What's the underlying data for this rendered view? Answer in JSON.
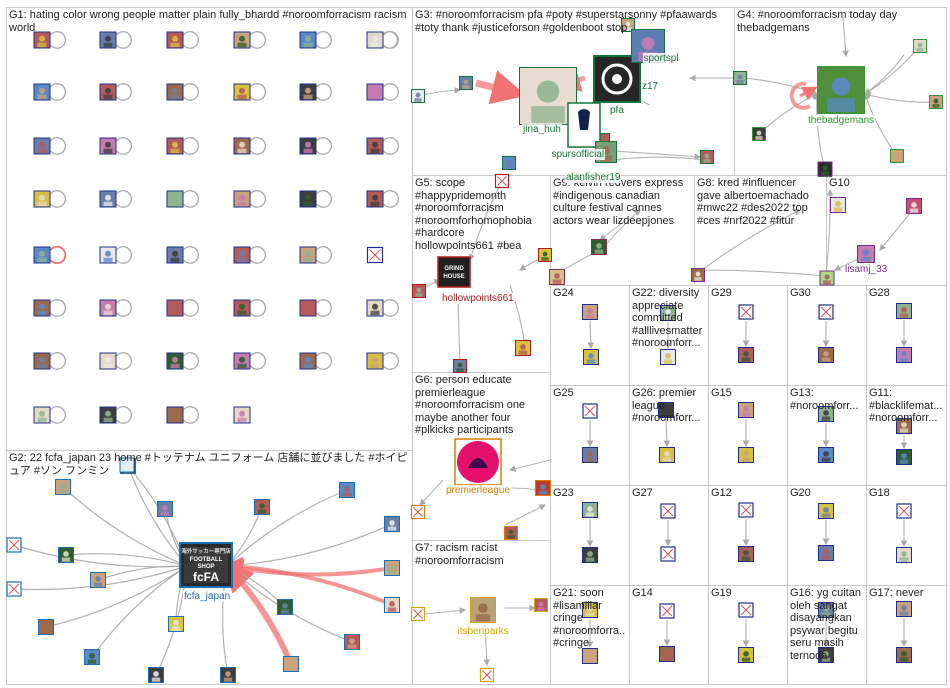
{
  "colors": {
    "g1": "#1f2f8a",
    "g2": "#1a6fb5",
    "g3": "#13733a",
    "g4": "#2e9a2e",
    "g5": "#b31b1b",
    "g6": "#e07b00",
    "g7": "#d9a400",
    "g8": "#7a2a8a",
    "g9": "#8a2a4e",
    "edge": "#a9a9a9",
    "strong_edge": "#f07272",
    "border": "#c8c8c8"
  },
  "groups": [
    {
      "id": "G1",
      "header": "G1: hating color wrong people matter plain fully_bhardd #noroomforracism racism world",
      "color": "g1"
    },
    {
      "id": "G2",
      "header": "G2: 22 fcfa_japan 23 home #トッテナム ユニフォーム 店舗に並びました #ホイピュア #ソン フンミン",
      "color": "g2"
    },
    {
      "id": "G3",
      "header": "G3: #noroomforracism pfa #poty #superstarsonny #pfaawards #toty thank #justiceforson #goldenboot stop",
      "color": "g3"
    },
    {
      "id": "G4",
      "header": "G4: #noroomforracism today day thebadgemans",
      "color": "g4"
    },
    {
      "id": "G5",
      "header": "G5: scope #happypridemonth #noroomforracism #noroomforhomophobia #hardcore hollowpoints661 #bea",
      "color": "g5"
    },
    {
      "id": "G6",
      "header": "G6: person educate premierleague #noroomforracism one maybe another four #plkicks participants",
      "color": "g6"
    },
    {
      "id": "G7",
      "header": "G7: racism racist #noroomforracism",
      "color": "g7"
    },
    {
      "id": "G8",
      "header": "G8: kred #influencer gave albertoemachado #mwc22 #des2022 top #ces #nrf2022 #fitur",
      "color": "g8"
    },
    {
      "id": "G9",
      "header": "G9: kelvin redvers express #indigenous canadian culture festival cannes actors wear lizdeepjones",
      "color": "g9"
    },
    {
      "id": "G10",
      "header": "G10",
      "color": "g8"
    },
    {
      "id": "G11",
      "header": "G11: #blacklifemat... #noroomforr...",
      "color": "g1"
    },
    {
      "id": "G12",
      "header": "G12",
      "color": "g1"
    },
    {
      "id": "G13",
      "header": "G13: #noroomforr...",
      "color": "g1"
    },
    {
      "id": "G14",
      "header": "G14",
      "color": "g1"
    },
    {
      "id": "G15",
      "header": "G15",
      "color": "g1"
    },
    {
      "id": "G16",
      "header": "G16: yg cuitan oleh sangat disayangkan psywar begitu seru masih ternoda",
      "color": "g1"
    },
    {
      "id": "G17",
      "header": "G17: never",
      "color": "g1"
    },
    {
      "id": "G18",
      "header": "G18",
      "color": "g1"
    },
    {
      "id": "G19",
      "header": "G19",
      "color": "g1"
    },
    {
      "id": "G20",
      "header": "G20",
      "color": "g1"
    },
    {
      "id": "G21",
      "header": "G21: soon #lisamillar cringe #noroomforra... #cringe",
      "color": "g1"
    },
    {
      "id": "G22",
      "header": "G22: diversity appreciate committed #alllivesmatter #noroomforr...",
      "color": "g1"
    },
    {
      "id": "G23",
      "header": "G23",
      "color": "g1"
    },
    {
      "id": "G24",
      "header": "G24",
      "color": "g1"
    },
    {
      "id": "G25",
      "header": "G25",
      "color": "g1"
    },
    {
      "id": "G26",
      "header": "G26: premier league #noroomforr...",
      "color": "g1"
    },
    {
      "id": "G27",
      "header": "G27",
      "color": "g1"
    },
    {
      "id": "G28",
      "header": "G28",
      "color": "g1"
    },
    {
      "id": "G29",
      "header": "G29",
      "color": "g1"
    },
    {
      "id": "G30",
      "header": "G30",
      "color": "g1"
    }
  ],
  "vertex_labels": {
    "jina_huh": "jina_huh",
    "spursofficial": "spursofficial",
    "pfa": "pfa",
    "alanfisher19": "alanfisher19",
    "sportspl": "sportspl",
    "z17": "z17",
    "thebadgemans": "thebadgemans",
    "hollowpoints661": "hollowpoints661",
    "premierleague": "premierleague",
    "itsbenparks": "itsbenparks",
    "fcfa_japan": "fcfa_japan",
    "lisamj_33": "lisamj_33"
  },
  "hub_badges": {
    "fcfa": {
      "line1": "海外サッカー専門店",
      "line2": "FOOTBALL",
      "line3": "SHOP",
      "line4": "fcFA"
    },
    "hollow": {
      "line1": "GRIND",
      "line2": "HOUSE"
    }
  }
}
